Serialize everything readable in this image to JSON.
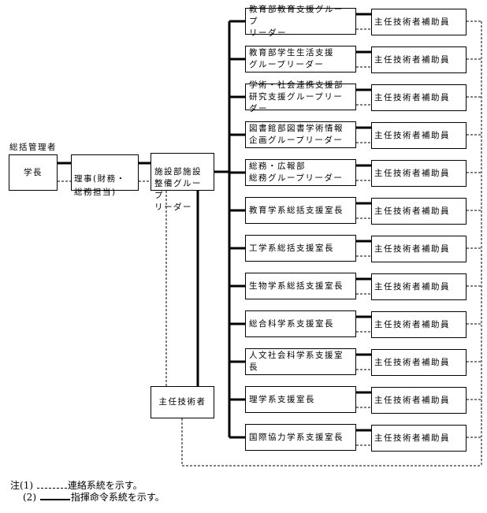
{
  "title_label": "総括管理者",
  "top": {
    "president": "学長",
    "director": "理事(財務・\n総務担当)",
    "facility_leader": "施設部施設\n整備グループ\nリーダー",
    "chief_engineer": "主任技術者"
  },
  "rows": [
    {
      "leader": "教育部教育支援グループ\nリーダー",
      "assistant": "主任技術者補助員"
    },
    {
      "leader": "教育部学生生活支援\nグループリーダー",
      "assistant": "主任技術者補助員"
    },
    {
      "leader": "学術・社会連携支援部\n研究支援グループリーダー",
      "assistant": "主任技術者補助員"
    },
    {
      "leader": "図書館部図書学術情報\n企画グループリーダー",
      "assistant": "主任技術者補助員"
    },
    {
      "leader": "総務・広報部\n総務グループリーダー",
      "assistant": "主任技術者補助員"
    },
    {
      "leader": "教育学系総括支援室長",
      "assistant": "主任技術者補助員"
    },
    {
      "leader": "工学系総括支援室長",
      "assistant": "主任技術者補助員"
    },
    {
      "leader": "生物学系総括支援室長",
      "assistant": "主任技術者補助員"
    },
    {
      "leader": "総合科学系支援室長",
      "assistant": "主任技術者補助員"
    },
    {
      "leader": "人文社会科学系支援室長",
      "assistant": "主任技術者補助員"
    },
    {
      "leader": "理学系支援室長",
      "assistant": "主任技術者補助員"
    },
    {
      "leader": "国際協力学系支援室長",
      "assistant": "主任技術者補助員"
    }
  ],
  "legend": {
    "note_prefix": "注",
    "item1_num": "(1)",
    "item1_text": "連絡系統を示す。",
    "item2_num": "(2)",
    "item2_text": "指揮命令系統を示す。"
  }
}
